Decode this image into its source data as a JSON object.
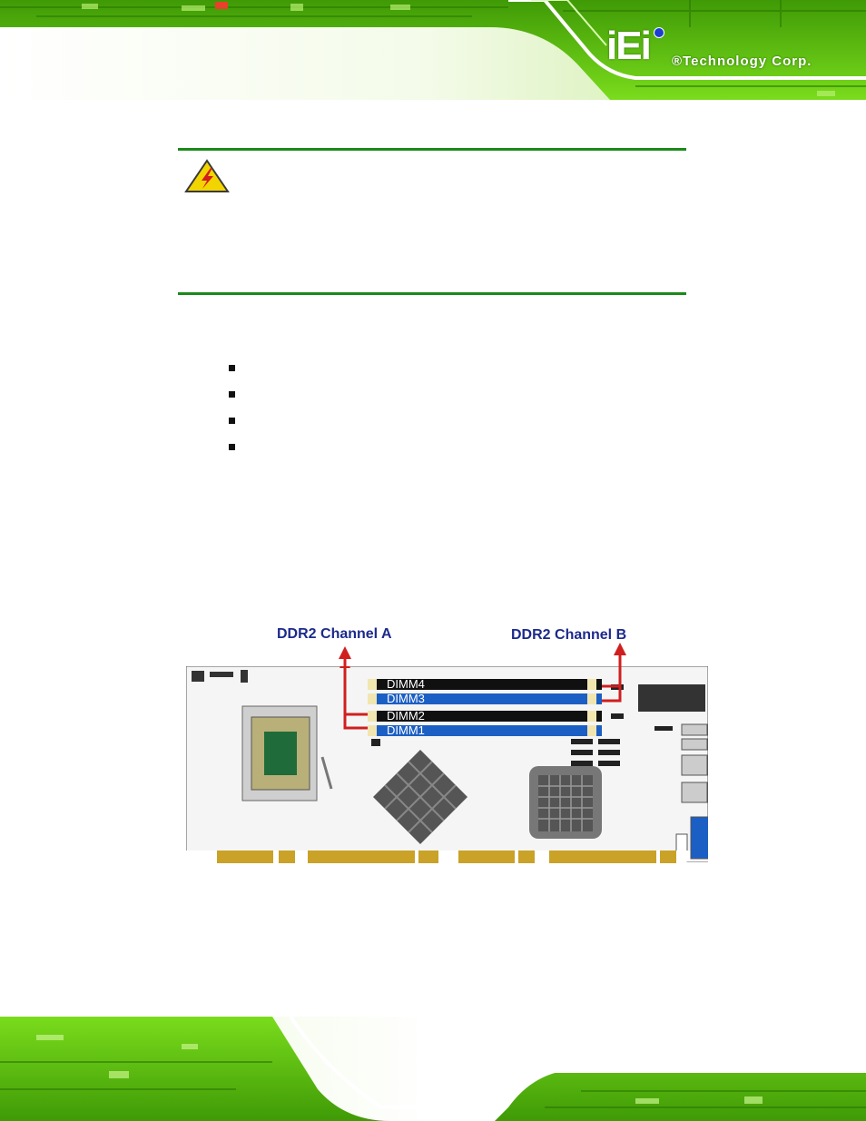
{
  "header": {
    "logo_mark": "iEi",
    "logo_text": "®Technology Corp."
  },
  "warning": {
    "icon": "warning-triangle-icon"
  },
  "bullets": [
    {
      "icon": "square-bullet-icon"
    },
    {
      "icon": "square-bullet-icon"
    },
    {
      "icon": "square-bullet-icon"
    },
    {
      "icon": "square-bullet-icon"
    }
  ],
  "figure": {
    "channel_a_label": "DDR2 Channel A",
    "channel_b_label": "DDR2 Channel B",
    "dimm_labels": [
      "DIMM4",
      "DIMM3",
      "DIMM2",
      "DIMM1"
    ],
    "colors": {
      "channel_a_slot": "#101010",
      "channel_b_slot": "#1c5fc4",
      "arrow": "#d11e1e",
      "label": "#1c2a8c"
    }
  },
  "colors": {
    "pcb_green": "#5ecb0c",
    "rule_green": "#1a8a1a"
  }
}
